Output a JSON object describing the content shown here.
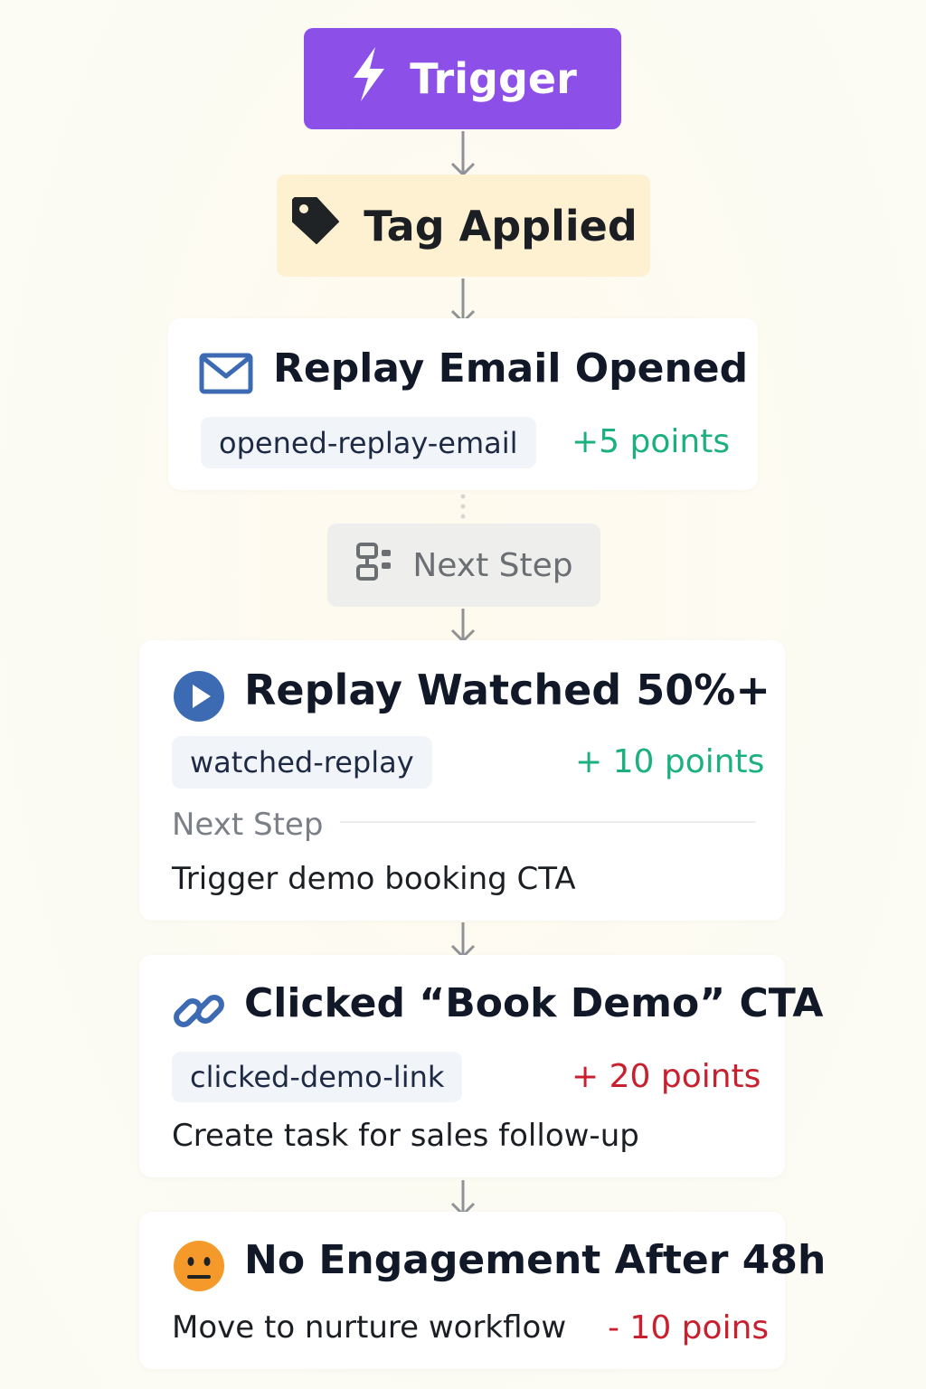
{
  "trigger": {
    "label": "Trigger",
    "icon": "lightning-icon"
  },
  "tag_applied": {
    "label": "Tag Applied",
    "icon": "tag-icon"
  },
  "email_card": {
    "title": "Replay Email Opened",
    "icon": "email-icon",
    "tag": "opened-replay-email",
    "points": "+5 points"
  },
  "next_step_node": {
    "label": "Next Step",
    "icon": "flow-icon"
  },
  "watched_card": {
    "title": "Replay Watched 50%+",
    "icon": "play-icon",
    "tag": "watched-replay",
    "points": "+ 10 points",
    "next_step_label": "Next Step",
    "next_step_action": "Trigger demo booking CTA"
  },
  "clicked_card": {
    "title": "Clicked “Book Demo” CTA",
    "icon": "link-icon",
    "tag": "clicked-demo-link",
    "points": "+ 20 points",
    "action": "Create task for sales follow-up"
  },
  "no_engagement_card": {
    "title": "No Engagement After 48h",
    "icon": "neutral-face-icon",
    "action": "Move to nurture workflow",
    "points": "- 10 poins"
  },
  "colors": {
    "trigger": "#8c4fe7",
    "tag_bg": "#fdf1d2",
    "positive": "#1cb07f",
    "negative": "#c8202e",
    "icon_blue": "#3d6bb3"
  }
}
